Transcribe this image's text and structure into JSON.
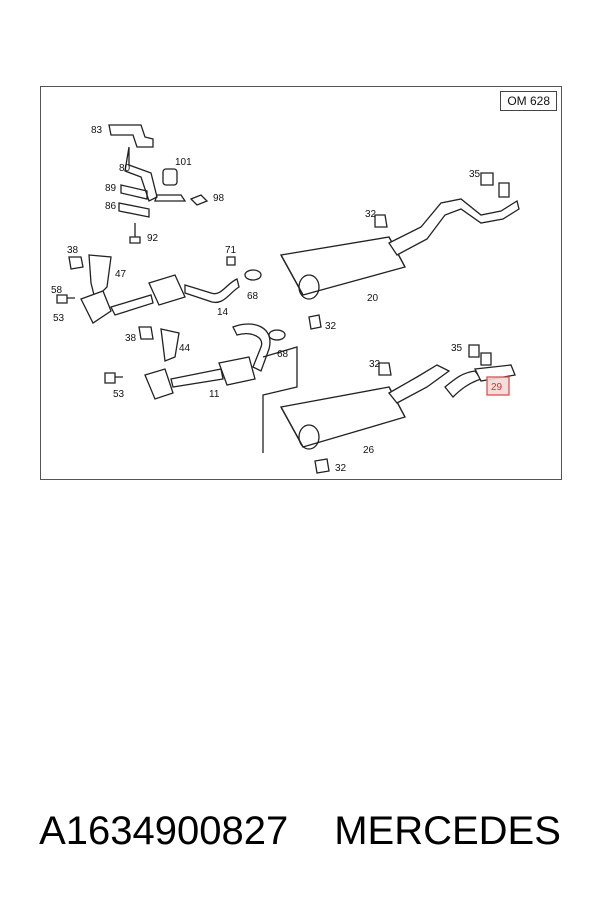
{
  "diagram": {
    "engine_tag": "OM 628",
    "callouts": {
      "c83": "83",
      "c80": "80",
      "c101": "101",
      "c89": "89",
      "c98": "98",
      "c86": "86",
      "c92": "92",
      "c38a": "38",
      "c47": "47",
      "c71": "71",
      "c58": "58",
      "c53a": "53",
      "c68a": "68",
      "c14": "14",
      "c32a": "32",
      "c20": "20",
      "c32b": "32",
      "c35a": "35",
      "c38b": "38",
      "c44": "44",
      "c68b": "68",
      "c53b": "53",
      "c11": "11",
      "c32c": "32",
      "c35b": "35",
      "c29": "29",
      "c26": "26",
      "c32d": "32"
    },
    "highlight_color": "#d9534f"
  },
  "caption": {
    "part_number": "A1634900827",
    "brand": "MERCEDES"
  }
}
